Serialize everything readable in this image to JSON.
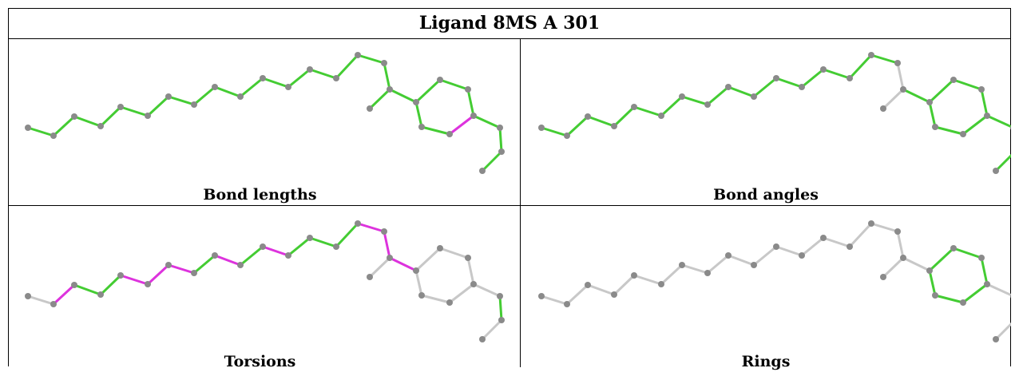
{
  "title": "Ligand 8MS A 301",
  "colors": {
    "green": "#44cc33",
    "magenta": "#dd33dd",
    "grey": "#c8c8c8",
    "atom": "#8a8a8a"
  },
  "panels": [
    {
      "caption": "Bond lengths",
      "bond_colors": [
        "green",
        "green",
        "green",
        "green",
        "green",
        "green",
        "green",
        "green",
        "green",
        "green",
        "green",
        "green",
        "green",
        "green",
        "green",
        "green",
        "green",
        "green",
        "green",
        "green",
        "green",
        "magenta",
        "green",
        "green",
        "green",
        "green",
        "green",
        "green",
        "green",
        "green"
      ]
    },
    {
      "caption": "Bond angles",
      "bond_colors": [
        "green",
        "green",
        "green",
        "green",
        "green",
        "green",
        "green",
        "green",
        "green",
        "green",
        "green",
        "green",
        "green",
        "green",
        "green",
        "grey",
        "grey",
        "green",
        "green",
        "green",
        "green",
        "green",
        "green",
        "green",
        "green",
        "green",
        "green",
        "green",
        "grey",
        "grey"
      ]
    },
    {
      "caption": "Torsions",
      "bond_colors": [
        "grey",
        "magenta",
        "green",
        "green",
        "magenta",
        "magenta",
        "magenta",
        "green",
        "magenta",
        "green",
        "magenta",
        "green",
        "green",
        "green",
        "magenta",
        "magenta",
        "grey",
        "magenta",
        "grey",
        "grey",
        "grey",
        "grey",
        "grey",
        "grey",
        "grey",
        "green",
        "grey",
        "grey",
        "grey",
        "grey"
      ]
    },
    {
      "caption": "Rings",
      "bond_colors": [
        "grey",
        "grey",
        "grey",
        "grey",
        "grey",
        "grey",
        "grey",
        "grey",
        "grey",
        "grey",
        "grey",
        "grey",
        "grey",
        "grey",
        "grey",
        "grey",
        "grey",
        "grey",
        "green",
        "green",
        "green",
        "green",
        "green",
        "green",
        "grey",
        "grey",
        "grey",
        "grey",
        "grey",
        "grey"
      ]
    }
  ]
}
